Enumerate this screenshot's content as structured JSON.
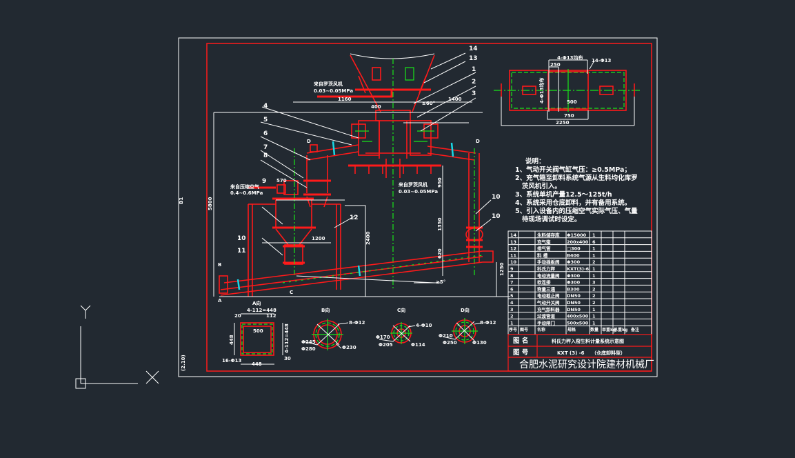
{
  "colors": {
    "background": "#222931",
    "frame": "#ffffff",
    "inner_frame": "#ff1a1a",
    "centerline": "#19e619",
    "marker": "#19d8e6"
  },
  "ucs": {
    "y_label": "Y",
    "x_label": "X"
  },
  "sheet": {
    "side_label": "(2.10)",
    "side_label_top": "B1"
  },
  "callouts": [
    "1",
    "2",
    "3",
    "4",
    "5",
    "6",
    "7",
    "8",
    "9",
    "10",
    "10",
    "11",
    "12",
    "13",
    "14"
  ],
  "flow_labels": {
    "top": [
      "来自罗茨风机",
      "0.03~0.05MPa"
    ],
    "middle": [
      "来自罗茨风机",
      "0.03~0.05MPa"
    ],
    "left": [
      "来自压缩空气",
      "0.4~0.6MPa"
    ]
  },
  "dimensions": {
    "top_left": "1160",
    "top_mid": "400",
    "top_right": "1400",
    "angle_top": "≥60°",
    "height_total": "5800",
    "d570": "570",
    "d1200": "1200",
    "d2400": "2400",
    "d1350": "1350",
    "d950": "950",
    "d1250": "1250",
    "d620": "620",
    "angle_slope": "≥5°"
  },
  "section_marks": {
    "a": "A",
    "b": "B",
    "c": "C",
    "d": "D"
  },
  "plan_view": {
    "overall": "2250",
    "inner": "750",
    "top": "4-Φ13均布",
    "hole_note": "14-Φ13",
    "left": "250",
    "mid": "500",
    "height": "4-Φ13均布"
  },
  "details": [
    {
      "title": "A向",
      "dims": [
        "4-112=448",
        "20",
        "112",
        "500",
        "448",
        "448",
        "4-112=448",
        "30",
        "16-Φ13"
      ]
    },
    {
      "title": "B向",
      "dims": [
        "8-Φ12",
        "Φ245",
        "Φ280",
        "Φ230"
      ]
    },
    {
      "title": "C向",
      "dims": [
        "4-Φ10",
        "Φ170",
        "Φ205",
        "Φ114"
      ]
    },
    {
      "title": "D向",
      "dims": [
        "8-Φ12",
        "Φ210",
        "Φ250",
        "Φ130"
      ]
    }
  ],
  "notes": {
    "title": "说明：",
    "items": [
      "1、气动开关阀气缸气压：≥0.5MPa；",
      "2、充气箱至卸料系统气源从生料均化库罗",
      "   茨风机引入。",
      "3、系统单机产量12.5～125t/h",
      "4、系统采用仓底卸料，并有备用系统。",
      "5、引入设备内的压缩空气实际气压、气量",
      "   待现场调试时设定。"
    ]
  },
  "parts_table": {
    "headers": [
      "序号",
      "图号",
      "名称",
      "规格",
      "数量",
      "单重kg",
      "总重kg",
      "备注"
    ],
    "rows": [
      {
        "no": "14",
        "name": "生料储存库",
        "spec": "Φ15000",
        "qty": "1"
      },
      {
        "no": "13",
        "name": "充气箱",
        "spec": "200x400",
        "qty": "6"
      },
      {
        "no": "12",
        "name": "排气管",
        "spec": "□300",
        "qty": "1"
      },
      {
        "no": "11",
        "name": "料  槽",
        "spec": "B400",
        "qty": "1"
      },
      {
        "no": "10",
        "name": "手动插板阀",
        "spec": "Φ300",
        "qty": "2"
      },
      {
        "no": "9",
        "name": "科氏力秤",
        "spec": "KXT(3)-6",
        "qty": "1"
      },
      {
        "no": "8",
        "name": "电动流量阀",
        "spec": "Φ300",
        "qty": "1"
      },
      {
        "no": "7",
        "name": "软连接",
        "spec": "Φ300",
        "qty": "3"
      },
      {
        "no": "6",
        "name": "称量三通",
        "spec": "B300",
        "qty": "2"
      },
      {
        "no": "5",
        "name": "电动截止阀",
        "spec": "DN50",
        "qty": "2"
      },
      {
        "no": "4",
        "name": "气动开关阀",
        "spec": "DN50",
        "qty": "2"
      },
      {
        "no": "3",
        "name": "充气卸料器",
        "spec": "DN50",
        "qty": "1"
      },
      {
        "no": "2",
        "name": "过渡管道",
        "spec": "400x500",
        "qty": "1"
      },
      {
        "no": "1",
        "name": "手动闸门",
        "spec": "500x500",
        "qty": "1"
      }
    ]
  },
  "title_block": {
    "name_label": "图  名",
    "name_value": "科氏力秤入窑生料计量系统示意图",
    "number_label": "图  号",
    "number_value": "KXT (3) -6",
    "number_note": "（仓底卸料型）",
    "company": "合肥水泥研究设计院建材机械厂"
  }
}
